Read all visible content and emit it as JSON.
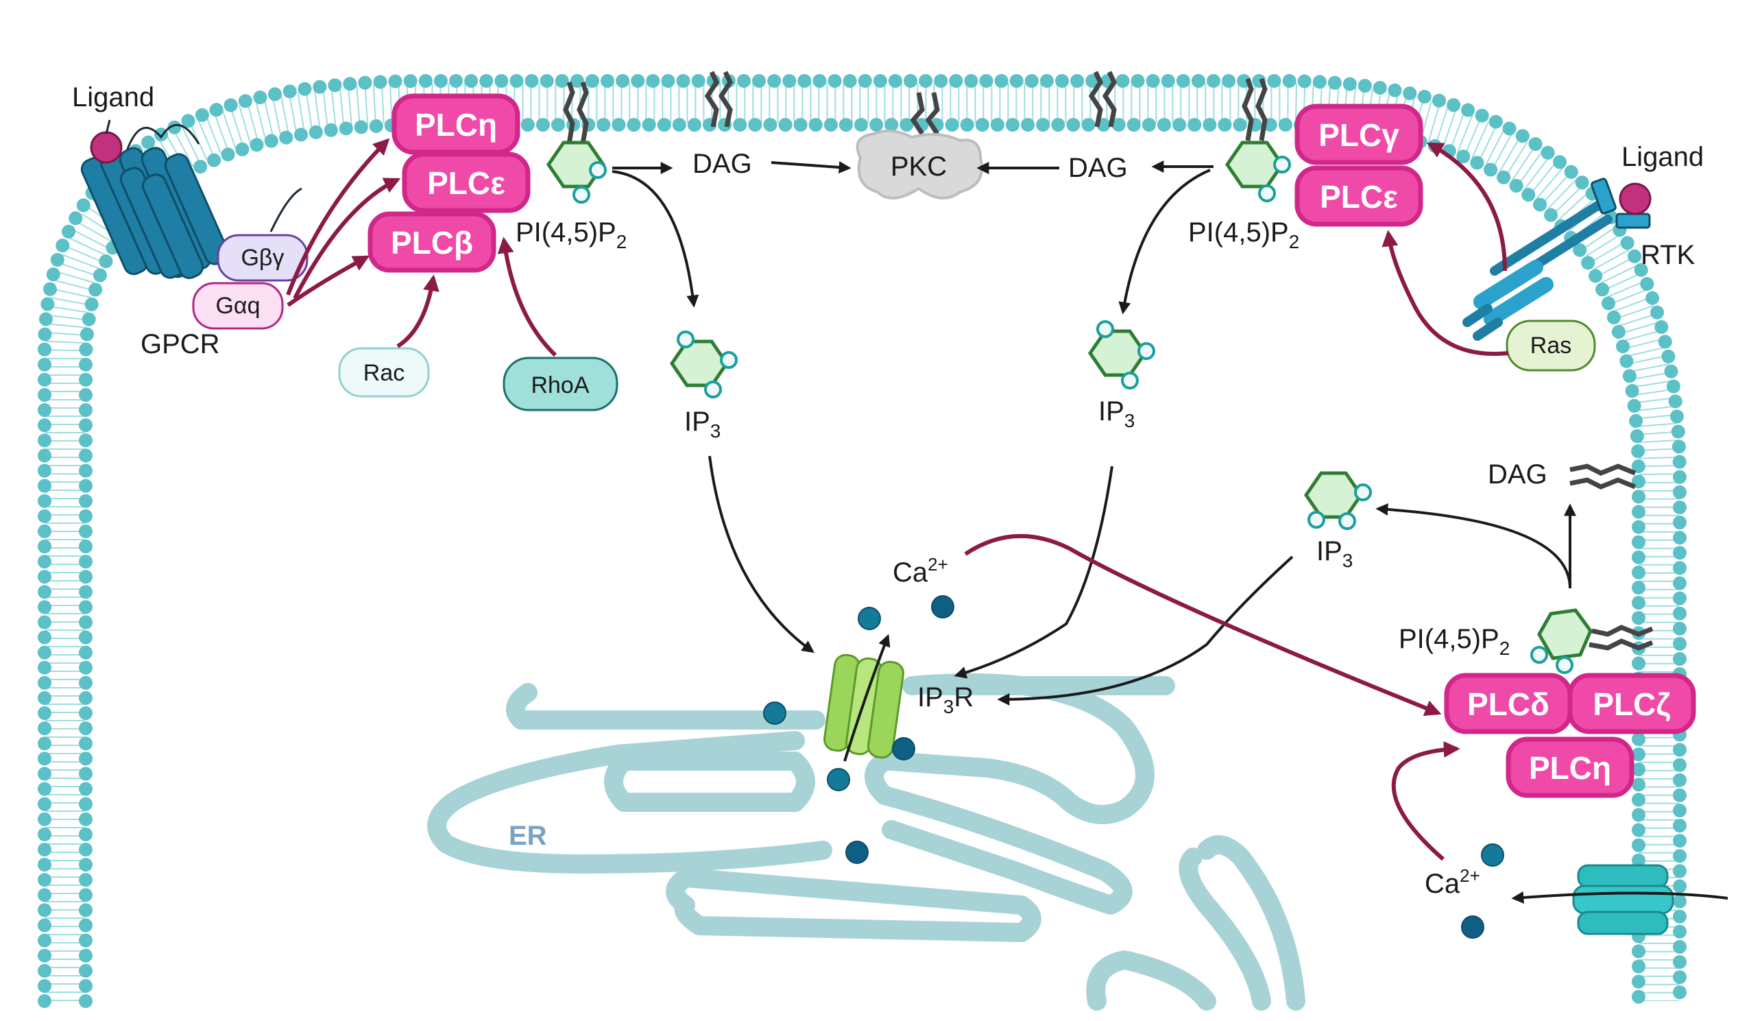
{
  "colors": {
    "membrane": "#5cc0c7",
    "membrane_tail": "#9fdde0",
    "plc_fill": "#ef4aa8",
    "plc_border": "#d1278a",
    "regulatory_arrow": "#8b1a45",
    "flow_arrow": "#1a1a1a",
    "er": "#a7d3d6",
    "calcium": "#137a9a",
    "gpcr": "#1f7ea3",
    "pip2_fill": "#d5f2d5",
    "pip2_border": "#2e7d32",
    "pkc": "#d9d9d9",
    "channel": "#9bd65a",
    "plasma_channel": "#2fbcbf"
  },
  "left_receptor": {
    "ligand": "Ligand",
    "receptor": "GPCR",
    "g_beta_gamma": "Gβγ",
    "g_alpha_q": "Gαq",
    "rac": "Rac",
    "rhoa": "RhoA"
  },
  "left_plc": {
    "plc_eta": "PLCη",
    "plc_epsilon": "PLCε",
    "plc_beta": "PLCβ"
  },
  "right_receptor": {
    "ligand": "Ligand",
    "receptor": "RTK",
    "ras": "Ras"
  },
  "right_plc": {
    "plc_gamma": "PLCγ",
    "plc_epsilon": "PLCε"
  },
  "lower_plc": {
    "plc_delta": "PLCδ",
    "plc_zeta": "PLCζ",
    "plc_eta": "PLCη"
  },
  "metabolites": {
    "pip2_base": "PI(4,5)P",
    "pip2_sub": "2",
    "dag": "DAG",
    "pkc": "PKC",
    "ip3_base": "IP",
    "ip3_sub": "3",
    "ip3r_base": "IP",
    "ip3r_sub": "3",
    "ip3r_tail": "R",
    "ca_base": "Ca",
    "ca_sup": "2+",
    "er": "ER"
  }
}
